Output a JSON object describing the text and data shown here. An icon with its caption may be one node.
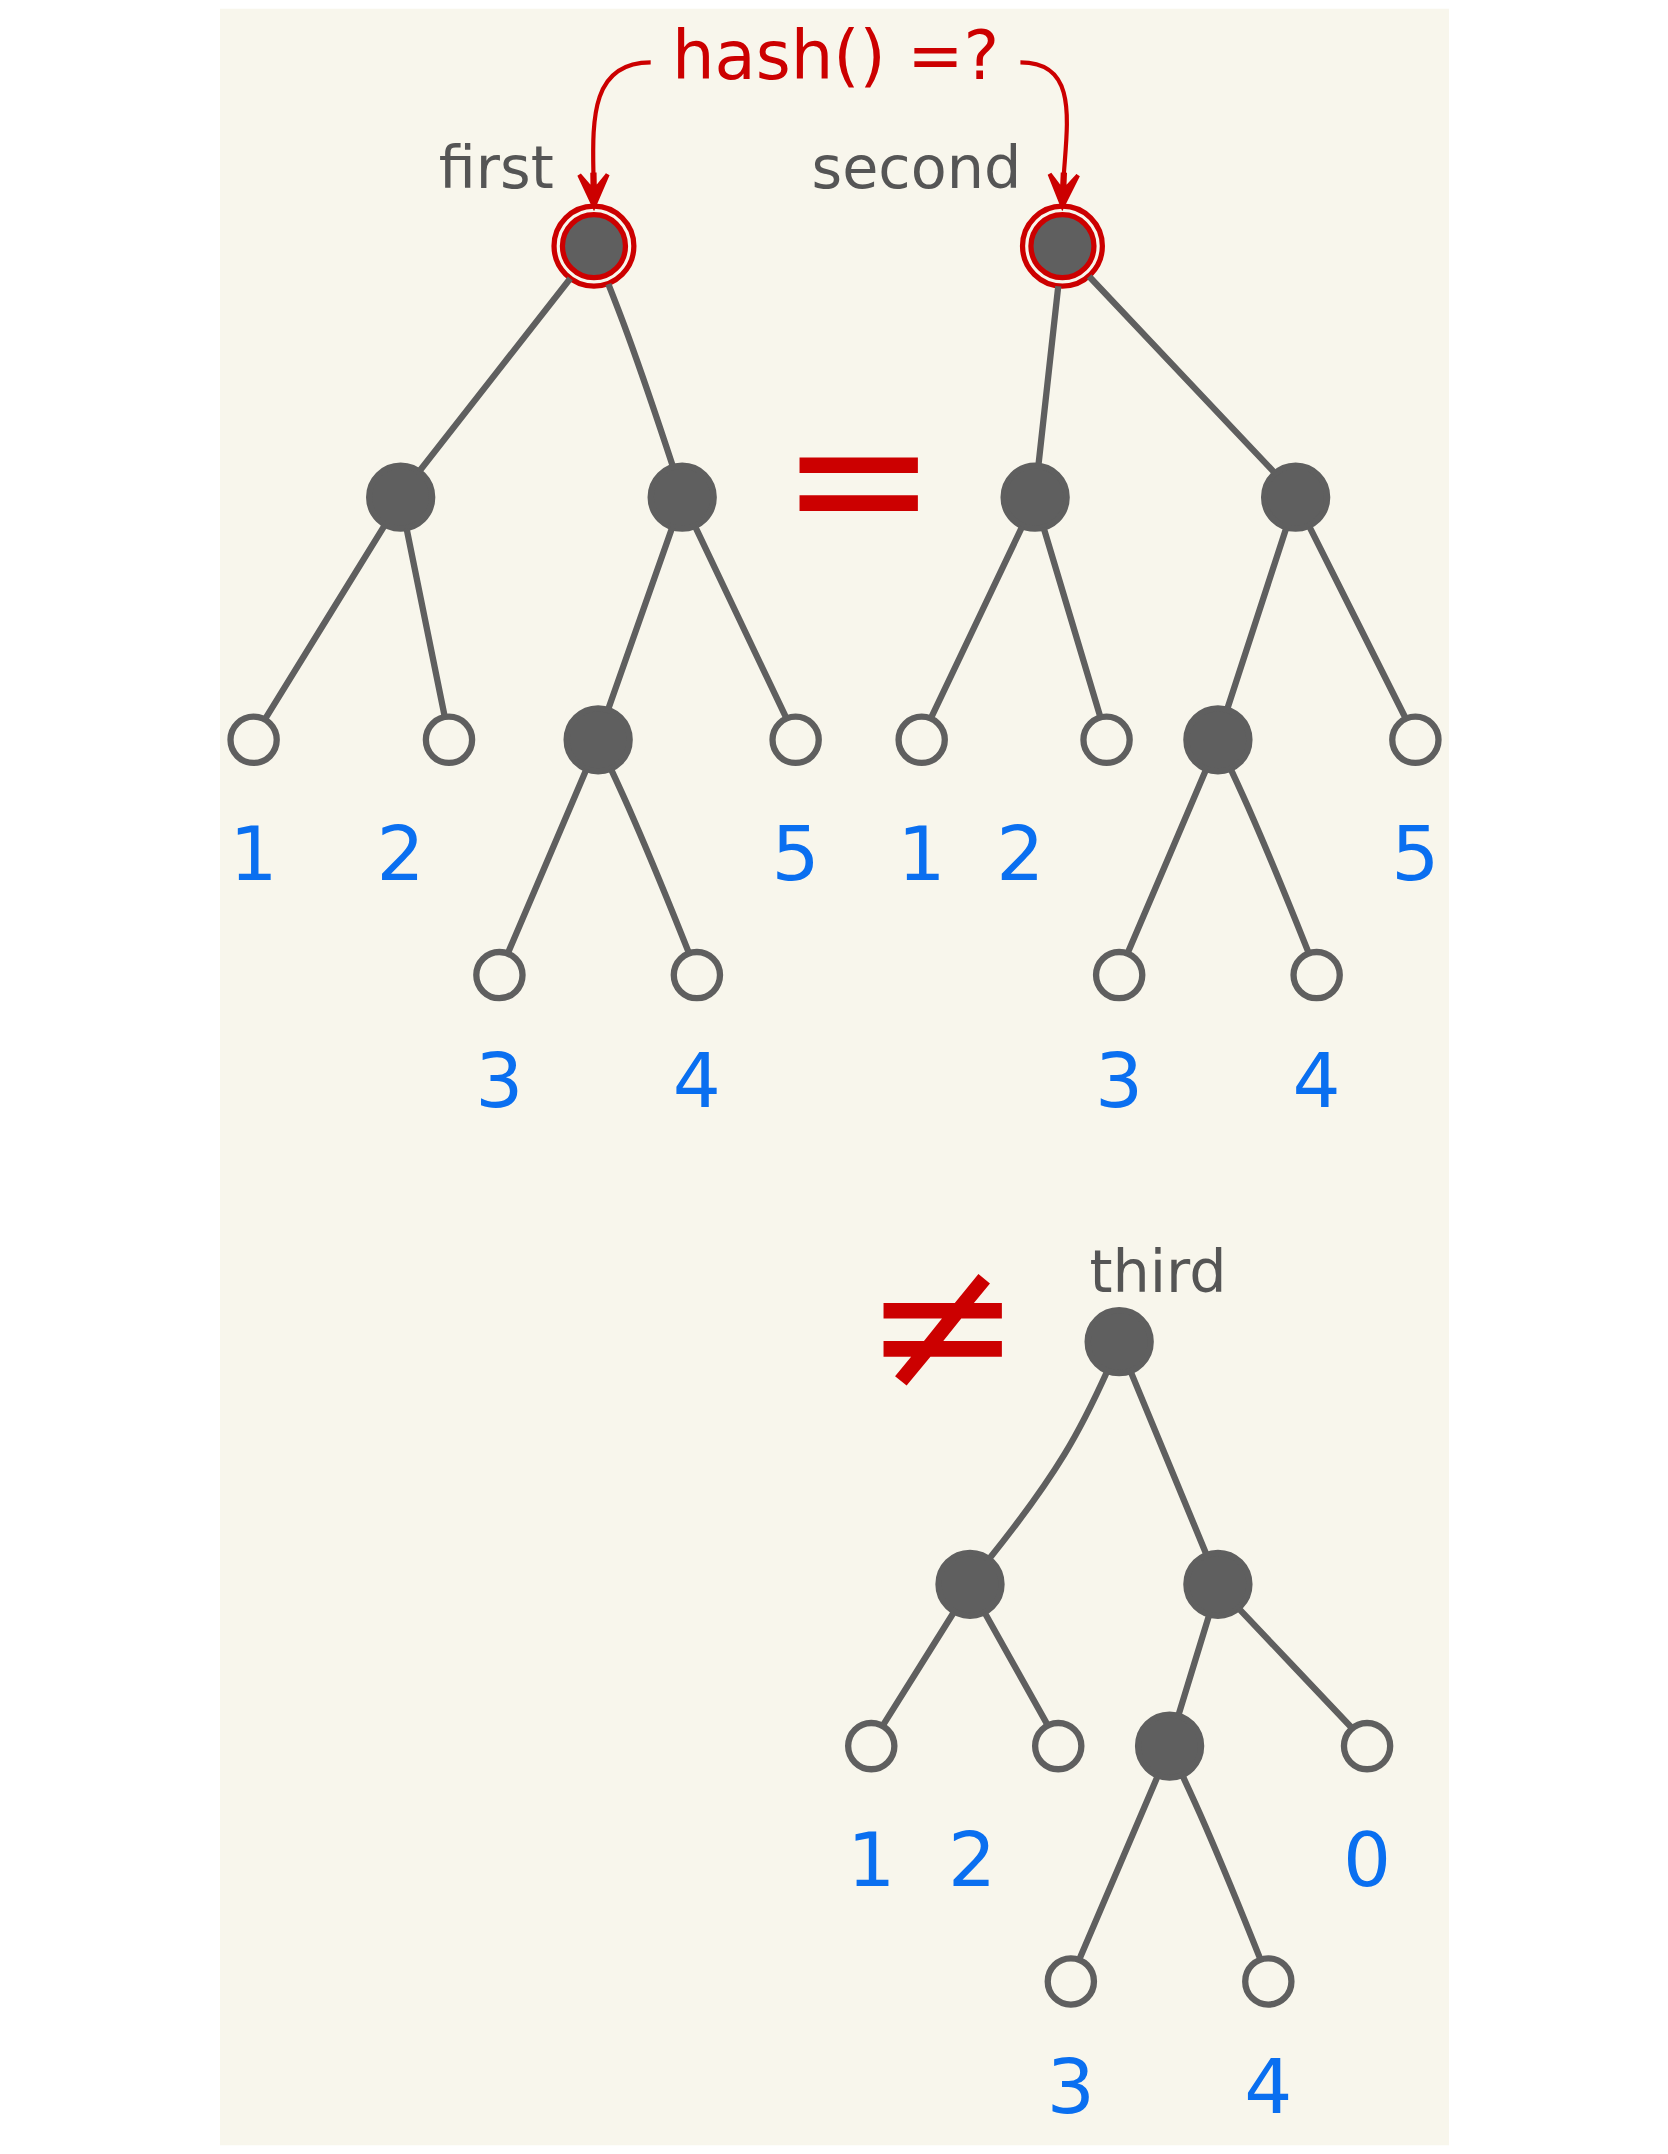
{
  "diagram": {
    "nodes": [
      {
        "text": [
          "hash() =?"
        ]
      },
      {
        "text": [],
        "shape": "dot",
        "beside": [
          "first"
        ]
      },
      {
        "text": [],
        "shape": "dot"
      },
      {
        "text": [],
        "shape": "dot"
      },
      {
        "text": [],
        "shape": "circle",
        "beside": [
          "1"
        ]
      },
      {
        "text": [],
        "shape": "circle",
        "beside": [
          "2"
        ]
      },
      {
        "text": [],
        "shape": "dot"
      },
      {
        "text": [],
        "shape": "circle",
        "beside": [
          "5"
        ]
      },
      {
        "text": [],
        "shape": "circle",
        "beside": [
          "3"
        ]
      },
      {
        "text": [],
        "shape": "circle",
        "beside": [
          "4"
        ]
      },
      {
        "text": [],
        "shape": "dot",
        "beside": [
          "second"
        ]
      },
      {
        "text": [],
        "shape": "dot"
      },
      {
        "text": [],
        "shape": "dot"
      },
      {
        "text": [],
        "shape": "circle",
        "beside": [
          "1"
        ]
      },
      {
        "text": [],
        "shape": "circle",
        "beside": [
          "2"
        ]
      },
      {
        "text": [],
        "shape": "dot"
      },
      {
        "text": [],
        "shape": "circle",
        "beside": [
          "5"
        ]
      },
      {
        "text": [],
        "shape": "circle",
        "beside": [
          "3"
        ]
      },
      {
        "text": [],
        "shape": "circle",
        "beside": [
          "4"
        ]
      },
      {
        "text": [],
        "shape": "dot",
        "beside": [
          "third"
        ]
      },
      {
        "text": [],
        "shape": "dot"
      },
      {
        "text": [],
        "shape": "dot"
      },
      {
        "text": [],
        "shape": "circle",
        "beside": [
          "1"
        ]
      },
      {
        "text": [],
        "shape": "circle",
        "beside": [
          "2"
        ]
      },
      {
        "text": [],
        "shape": "dot"
      },
      {
        "text": [],
        "shape": "circle",
        "beside": [
          "0"
        ]
      },
      {
        "text": [],
        "shape": "circle",
        "beside": [
          "3"
        ]
      },
      {
        "text": [],
        "shape": "circle",
        "beside": [
          "4"
        ]
      }
    ],
    "edges": [
      {
        "from": 0,
        "to": 1,
        "arrow": "to",
        "color": "#cc0000"
      },
      {
        "from": 0,
        "to": 10,
        "arrow": "to",
        "color": "#cc0000"
      },
      {
        "from": 1,
        "to": 2,
        "arrow": "none"
      },
      {
        "from": 1,
        "to": 3,
        "arrow": "none"
      },
      {
        "from": 2,
        "to": 4,
        "arrow": "none"
      },
      {
        "from": 2,
        "to": 5,
        "arrow": "none"
      },
      {
        "from": 3,
        "to": 6,
        "arrow": "none"
      },
      {
        "from": 3,
        "to": 7,
        "arrow": "none"
      },
      {
        "from": 6,
        "to": 8,
        "arrow": "none"
      },
      {
        "from": 6,
        "to": 9,
        "arrow": "none"
      },
      {
        "from": 10,
        "to": 11,
        "arrow": "none"
      },
      {
        "from": 10,
        "to": 12,
        "arrow": "none"
      },
      {
        "from": 11,
        "to": 13,
        "arrow": "none"
      },
      {
        "from": 11,
        "to": 14,
        "arrow": "none"
      },
      {
        "from": 12,
        "to": 15,
        "arrow": "none"
      },
      {
        "from": 12,
        "to": 16,
        "arrow": "none"
      },
      {
        "from": 15,
        "to": 17,
        "arrow": "none"
      },
      {
        "from": 15,
        "to": 18,
        "arrow": "none"
      },
      {
        "from": 19,
        "to": 20,
        "arrow": "none"
      },
      {
        "from": 19,
        "to": 21,
        "arrow": "none"
      },
      {
        "from": 20,
        "to": 22,
        "arrow": "none"
      },
      {
        "from": 20,
        "to": 23,
        "arrow": "none"
      },
      {
        "from": 21,
        "to": 24,
        "arrow": "none"
      },
      {
        "from": 21,
        "to": 25,
        "arrow": "none"
      },
      {
        "from": 24,
        "to": 26,
        "arrow": "none"
      },
      {
        "from": 24,
        "to": 27,
        "arrow": "none"
      }
    ],
    "labels": [
      "=",
      "≠"
    ]
  }
}
